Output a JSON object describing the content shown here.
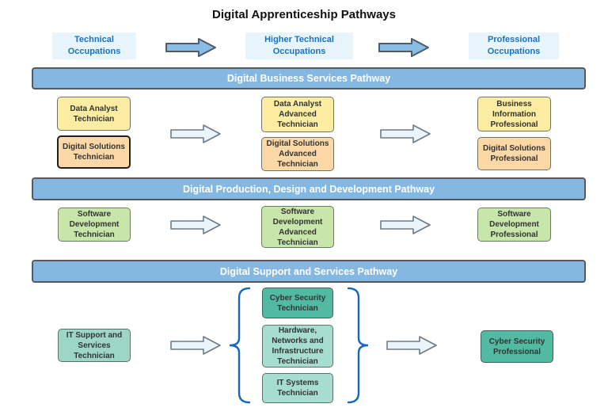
{
  "title": "Digital Apprenticeship Pathways",
  "stages": {
    "technical": "Technical Occupations",
    "higher_technical": "Higher Technical Occupations",
    "professional": "Professional Occupations"
  },
  "pathways": {
    "business": {
      "band": "Digital Business Services Pathway",
      "technical": [
        "Data Analyst Technician",
        "Digital Solutions Technician"
      ],
      "higher_technical": [
        "Data Analyst Advanced Technician",
        "Digital Solutions Advanced Technician"
      ],
      "professional": [
        "Business Information Professional",
        "Digital Solutions Professional"
      ]
    },
    "production": {
      "band": "Digital Production, Design and Development Pathway",
      "technical": "Software Development Technician",
      "higher_technical": "Software Development Advanced Technician",
      "professional": "Software Development Professional"
    },
    "support": {
      "band": "Digital Support and Services Pathway",
      "technical": "IT Support and Services Technician",
      "higher_technical": [
        "Cyber Security Technician",
        "Hardware, Networks and Infrastructure Technician",
        "IT Systems Technician"
      ],
      "professional": "Cyber Security Professional"
    }
  },
  "icons": {
    "solid_arrow": "right-block-arrow",
    "light_arrow": "right-block-arrow",
    "brace": "curly-brace"
  },
  "colors": {
    "stage_header_bg": "#e9f5fd",
    "stage_header_text": "#1473c6",
    "band_bg": "#84b8e2",
    "band_text": "#ffffff",
    "solid_arrow_fill": "#8abde6",
    "light_arrow_fill": "#eaf4fb",
    "yellow_box": "#fdeda3",
    "orange_box": "#fbd8a5",
    "green_box": "#c8e6aa",
    "teal_mid_box": "#9dd6c7",
    "teal_light_box": "#a7ddd1",
    "teal_dark_box": "#52baa2",
    "brace": "#1766c2"
  }
}
